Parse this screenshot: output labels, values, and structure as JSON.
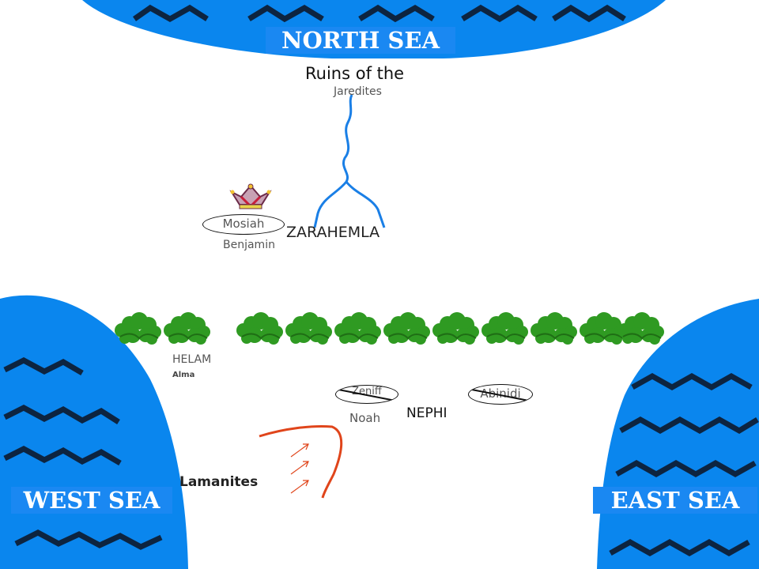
{
  "seas": {
    "north": "NORTH SEA",
    "west": "WEST SEA",
    "east": "EAST SEA"
  },
  "places": {
    "ruins_line1": "Ruins of the",
    "ruins_line2": "Jaredites",
    "zarahemla": "ZARAHEMLA",
    "benjamin": "Benjamin",
    "helam": "HELAM",
    "alma": "Alma",
    "noah": "Noah",
    "nephi": "NEPHI",
    "lamanites": "Lamanites"
  },
  "ovals": {
    "mosiah": "Mosiah",
    "zeniff": "Zeniff",
    "abinidi": "Abinidi"
  },
  "icons": {
    "crown": "crown-icon",
    "trees": "tree-icon"
  },
  "colors": {
    "sea": "#0a86ee",
    "sea_label_bg": "#1a88f2",
    "waves": "#0d2440",
    "river": "#1a7fe6",
    "trees": "#2f9a22",
    "lamanite_path": "#e0451b",
    "crown": "#c8a2b4"
  }
}
